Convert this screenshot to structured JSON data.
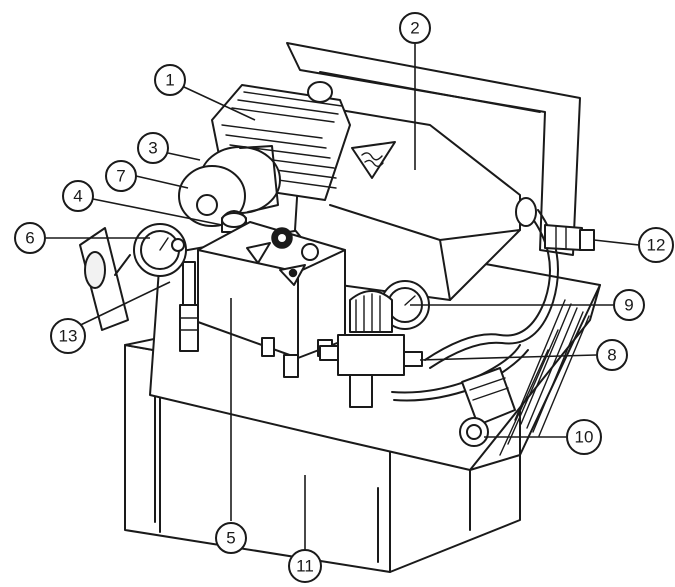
{
  "callouts": [
    {
      "id": "1",
      "label": "1"
    },
    {
      "id": "2",
      "label": "2"
    },
    {
      "id": "3",
      "label": "3"
    },
    {
      "id": "4",
      "label": "4"
    },
    {
      "id": "5",
      "label": "5"
    },
    {
      "id": "6",
      "label": "6"
    },
    {
      "id": "7",
      "label": "7"
    },
    {
      "id": "8",
      "label": "8"
    },
    {
      "id": "9",
      "label": "9"
    },
    {
      "id": "10",
      "label": "10"
    },
    {
      "id": "11",
      "label": "11"
    },
    {
      "id": "12",
      "label": "12"
    },
    {
      "id": "13",
      "label": "13"
    }
  ],
  "icons": {
    "cover_symbol": "hot-surface-warning-icon",
    "switch_symbols": [
      "warning-triangle-icon",
      "power-symbol-icon",
      "manual-icon",
      "fan-warning-icon"
    ]
  },
  "colors": {
    "line": "#1a1a1a",
    "background": "#ffffff"
  }
}
